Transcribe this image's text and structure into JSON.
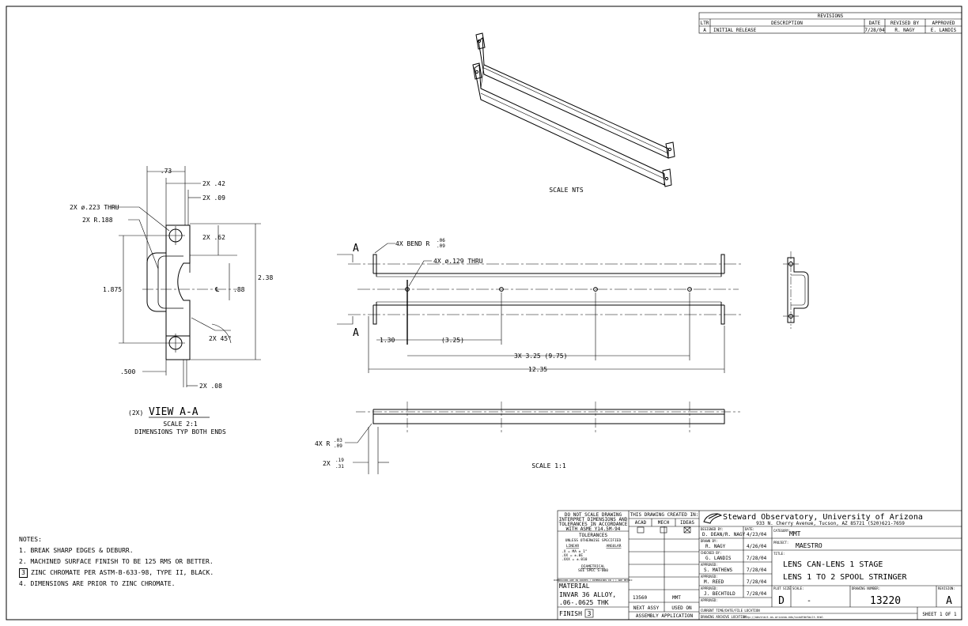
{
  "revisions": {
    "title": "REVISIONS",
    "headers": [
      "LTR",
      "DESCRIPTION",
      "DATE",
      "REVISED BY",
      "APPROVED"
    ],
    "rows": [
      [
        "A",
        "INITIAL RELEASE",
        "7/28/04",
        "R. NAGY",
        "E. LANDIS"
      ]
    ]
  },
  "views": {
    "iso_scale": "SCALE NTS",
    "main_scale": "SCALE 1:1",
    "section_prefix": "(2X)",
    "section_title": "VIEW A-A",
    "section_scale": "SCALE 2:1",
    "section_note": "DIMENSIONS TYP BOTH ENDS",
    "section_letter": "A"
  },
  "dims": {
    "d73": ".73",
    "d42": "2X .42",
    "d09": "2X .09",
    "d223": "2X ø.223 THRU",
    "r188": "2X R.188",
    "d62": "2X .62",
    "d1875": "1.875",
    "d88": ".88",
    "d238": "2.38",
    "cl": "℄",
    "a45": "2X 45°",
    "d500": ".500",
    "d08": "2X .08",
    "bend_label": "4X BEND R",
    "bend_top": ".06",
    "bend_bot": ".09",
    "hole129": "4X ø.129 THRU",
    "d130": "1.30",
    "d325": "(3.25)",
    "d3x": "3X 3.25 (9.75)",
    "d1235": "12.35",
    "r4x_label": "4X R",
    "r4x_top": ".03",
    "r4x_bot": ".09",
    "t2x_label": "2X",
    "t2x_top": ".19",
    "t2x_bot": ".31"
  },
  "notes": {
    "title": "NOTES:",
    "items": [
      {
        "num": "1.",
        "text": "BREAK SHARP EDGES & DEBURR.",
        "boxed": false
      },
      {
        "num": "2.",
        "text": "MACHINED SURFACE FINISH TO BE 125 RMS OR BETTER.",
        "boxed": false
      },
      {
        "num": "3",
        "text": "ZINC CHROMATE PER ASTM-B-633-98, TYPE II, BLACK.",
        "boxed": true
      },
      {
        "num": "4.",
        "text": "DIMENSIONS ARE PRIOR TO ZINC CHROMATE.",
        "boxed": false
      }
    ]
  },
  "title_block": {
    "dnsd": [
      "DO NOT SCALE DRAWING",
      "INTERPRET DIMENSIONS AND",
      "TOLERANCES IN ACCORDANCE",
      "WITH ASME Y14.5M-94"
    ],
    "tol_title": "TOLERANCES",
    "tol_sub": "UNLESS OTHERWISE SPECIFIED",
    "linear": "LINEAR",
    "angular": "ANGULAR",
    "tol_lines": [
      ".X  = MA        ± 1°",
      ".XX  = ±.0E",
      ".XXX = ±.010"
    ],
    "diametral": "DIAMETRICAL",
    "see_spec": "SEE SPEC S-000",
    "tiny": "DIMENSIONS ARE IN INCHES / DIMENSIONS IN ( ) ARE METRIC",
    "material_label": "MATERIAL",
    "material": [
      "INVAR 36 ALLOY,",
      ".06-.0625 THK"
    ],
    "finish_label": "FINISH",
    "finish_num": "3",
    "created_in": "THIS DRAWING CREATED IN:",
    "cad": [
      "ACAD",
      "MECH",
      "IDEAS"
    ],
    "next_assy": "NEXT ASSY",
    "used_on": "USED ON",
    "assy_num": "13560",
    "assy_use": "MMT",
    "assembly_app": "ASSEMBLY APPLICATION",
    "org": "Steward Observatory, University of Arizona",
    "address": "933 N. Cherry Avenue, Tucson, AZ  85721  (520)621-7659",
    "designed_by_label": "DESIGNED BY:",
    "designed_by": "D. DEAN/R. NAGY",
    "date_label": "DATE:",
    "designed_date": "4/23/04",
    "drawn_by_label": "DRAWN BY:",
    "drawn_by": "R. NAGY",
    "drawn_date": "4/26/04",
    "checked_label": "CHECKED BY:",
    "checked_by": "G. LANDIS",
    "checked_date": "7/28/04",
    "approved_label": "APPROVED:",
    "approved1": "S. MATHEWS",
    "approved1_date": "7/28/04",
    "approved2": "M. REED",
    "approved2_date": "7/28/04",
    "approved3": "J. BECHTOLD",
    "approved3_date": "7/28/04",
    "approved4_label": "APPROVED:",
    "category_label": "CATEGORY:",
    "category": "MMT",
    "project_label": "PROJECT:",
    "project": "MAESTRO",
    "title_label": "TITLE:",
    "title1": "LENS CAN-LENS 1 STAGE",
    "title2": "LENS 1 TO 2 SPOOL STRINGER",
    "plot_label": "PLOT SIZE",
    "plot": "D",
    "scale_label": "SCALE:",
    "scale": "-",
    "drawing_label": "DRAWING NUMBER:",
    "drawing_number": "13220",
    "rev_label": "REVISION:",
    "revision": "A",
    "current_label": "CURRENT TIME/DATE/FILE LOCATION",
    "archive_label": "DRAWING ARCHIVE LOCATION",
    "archive_url": "http://abstract.as.arizona.edu/scadfdefault.html",
    "sheet": "SHEET 1 OF 1"
  }
}
